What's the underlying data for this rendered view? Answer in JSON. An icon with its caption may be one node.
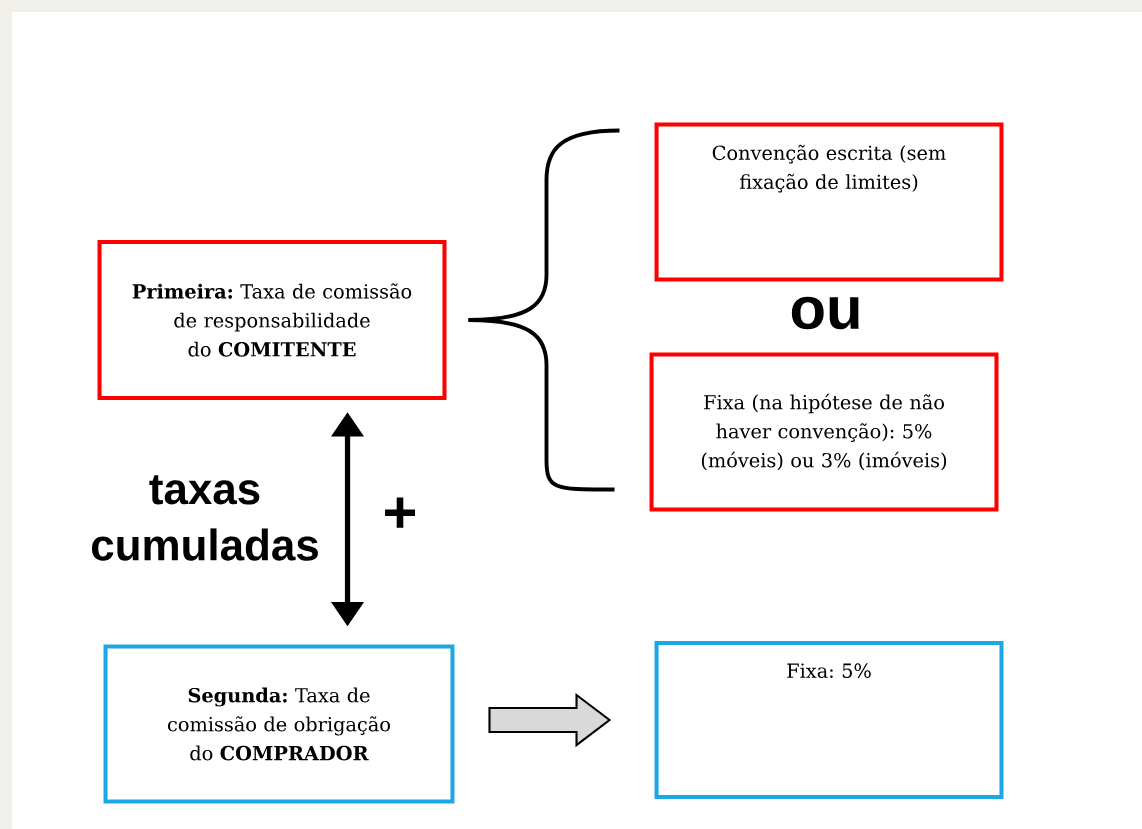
{
  "diagram": {
    "nodes": [
      {
        "text": [
          "**Primeira:** Taxa de comissão de responsabilidade do **COMITENTE**"
        ]
      },
      {
        "text": [
          "Convenção escrita (sem fixação de limites)"
        ]
      },
      {
        "text": [
          "Fixa (na hipótese de não haver convenção): 5% (móveis) ou 3% (imóveis)"
        ]
      },
      {
        "text": [
          "**Segunda:** Taxa de comissão de obrigação do **COMPRADOR**"
        ]
      },
      {
        "text": [
          "Fixa: 5%"
        ]
      }
    ],
    "edges": [
      {
        "from": 0,
        "to": 1,
        "arrow": "none"
      },
      {
        "from": 0,
        "to": 2,
        "arrow": "none"
      },
      {
        "from": 0,
        "to": 3,
        "arrow": "both"
      },
      {
        "from": 3,
        "to": 4,
        "arrow": "to",
        "style": "thick",
        "color": "#d9d9d9"
      }
    ],
    "labels": [
      "ou",
      "taxas cumuladas",
      "+"
    ]
  }
}
